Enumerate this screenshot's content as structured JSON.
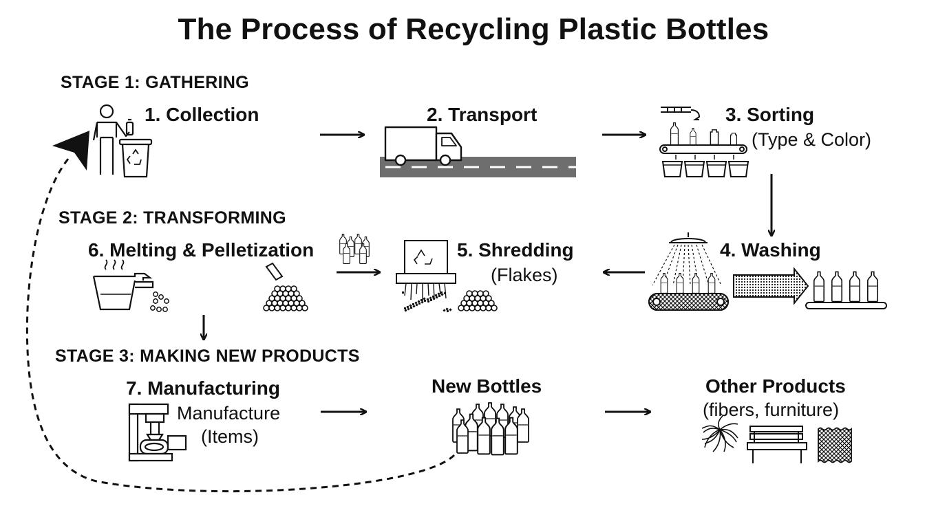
{
  "title": "The Process of Recycling Plastic Bottles",
  "stages": {
    "stage1": "STAGE 1: GATHERING",
    "stage2": "STAGE 2: TRANSFORMING",
    "stage3": "STAGE 3: MAKING NEW PRODUCTS"
  },
  "steps": {
    "collection": "1. Collection",
    "transport": "2. Transport",
    "sorting": "3. Sorting",
    "sorting_sub": "(Type & Color)",
    "washing": "4. Washing",
    "shredding": "5. Shredding",
    "shredding_sub": "(Flakes)",
    "melting": "6. Melting & Pelletization",
    "manufacturing": "7. Manufacturing",
    "manufacturing_sub1": "Manufacture",
    "manufacturing_sub2": "(Items)",
    "new_bottles": "New Bottles",
    "other_products": "Other Products",
    "other_products_sub": "(fibers, furniture)"
  },
  "icons": [
    "person-recycling-icon",
    "recycle-bin-icon",
    "truck-icon",
    "road-icon",
    "conveyor-sorting-icon",
    "shower-washing-icon",
    "clean-bottles-icon",
    "shredder-icon",
    "flakes-icon",
    "bottle-pack-icon",
    "melting-pot-icon",
    "pellets-icon",
    "press-machine-icon",
    "new-bottles-icon",
    "fibers-icon",
    "bench-icon",
    "fabric-icon"
  ],
  "colors": {
    "ink": "#111111",
    "road": "#6e6e6e"
  }
}
